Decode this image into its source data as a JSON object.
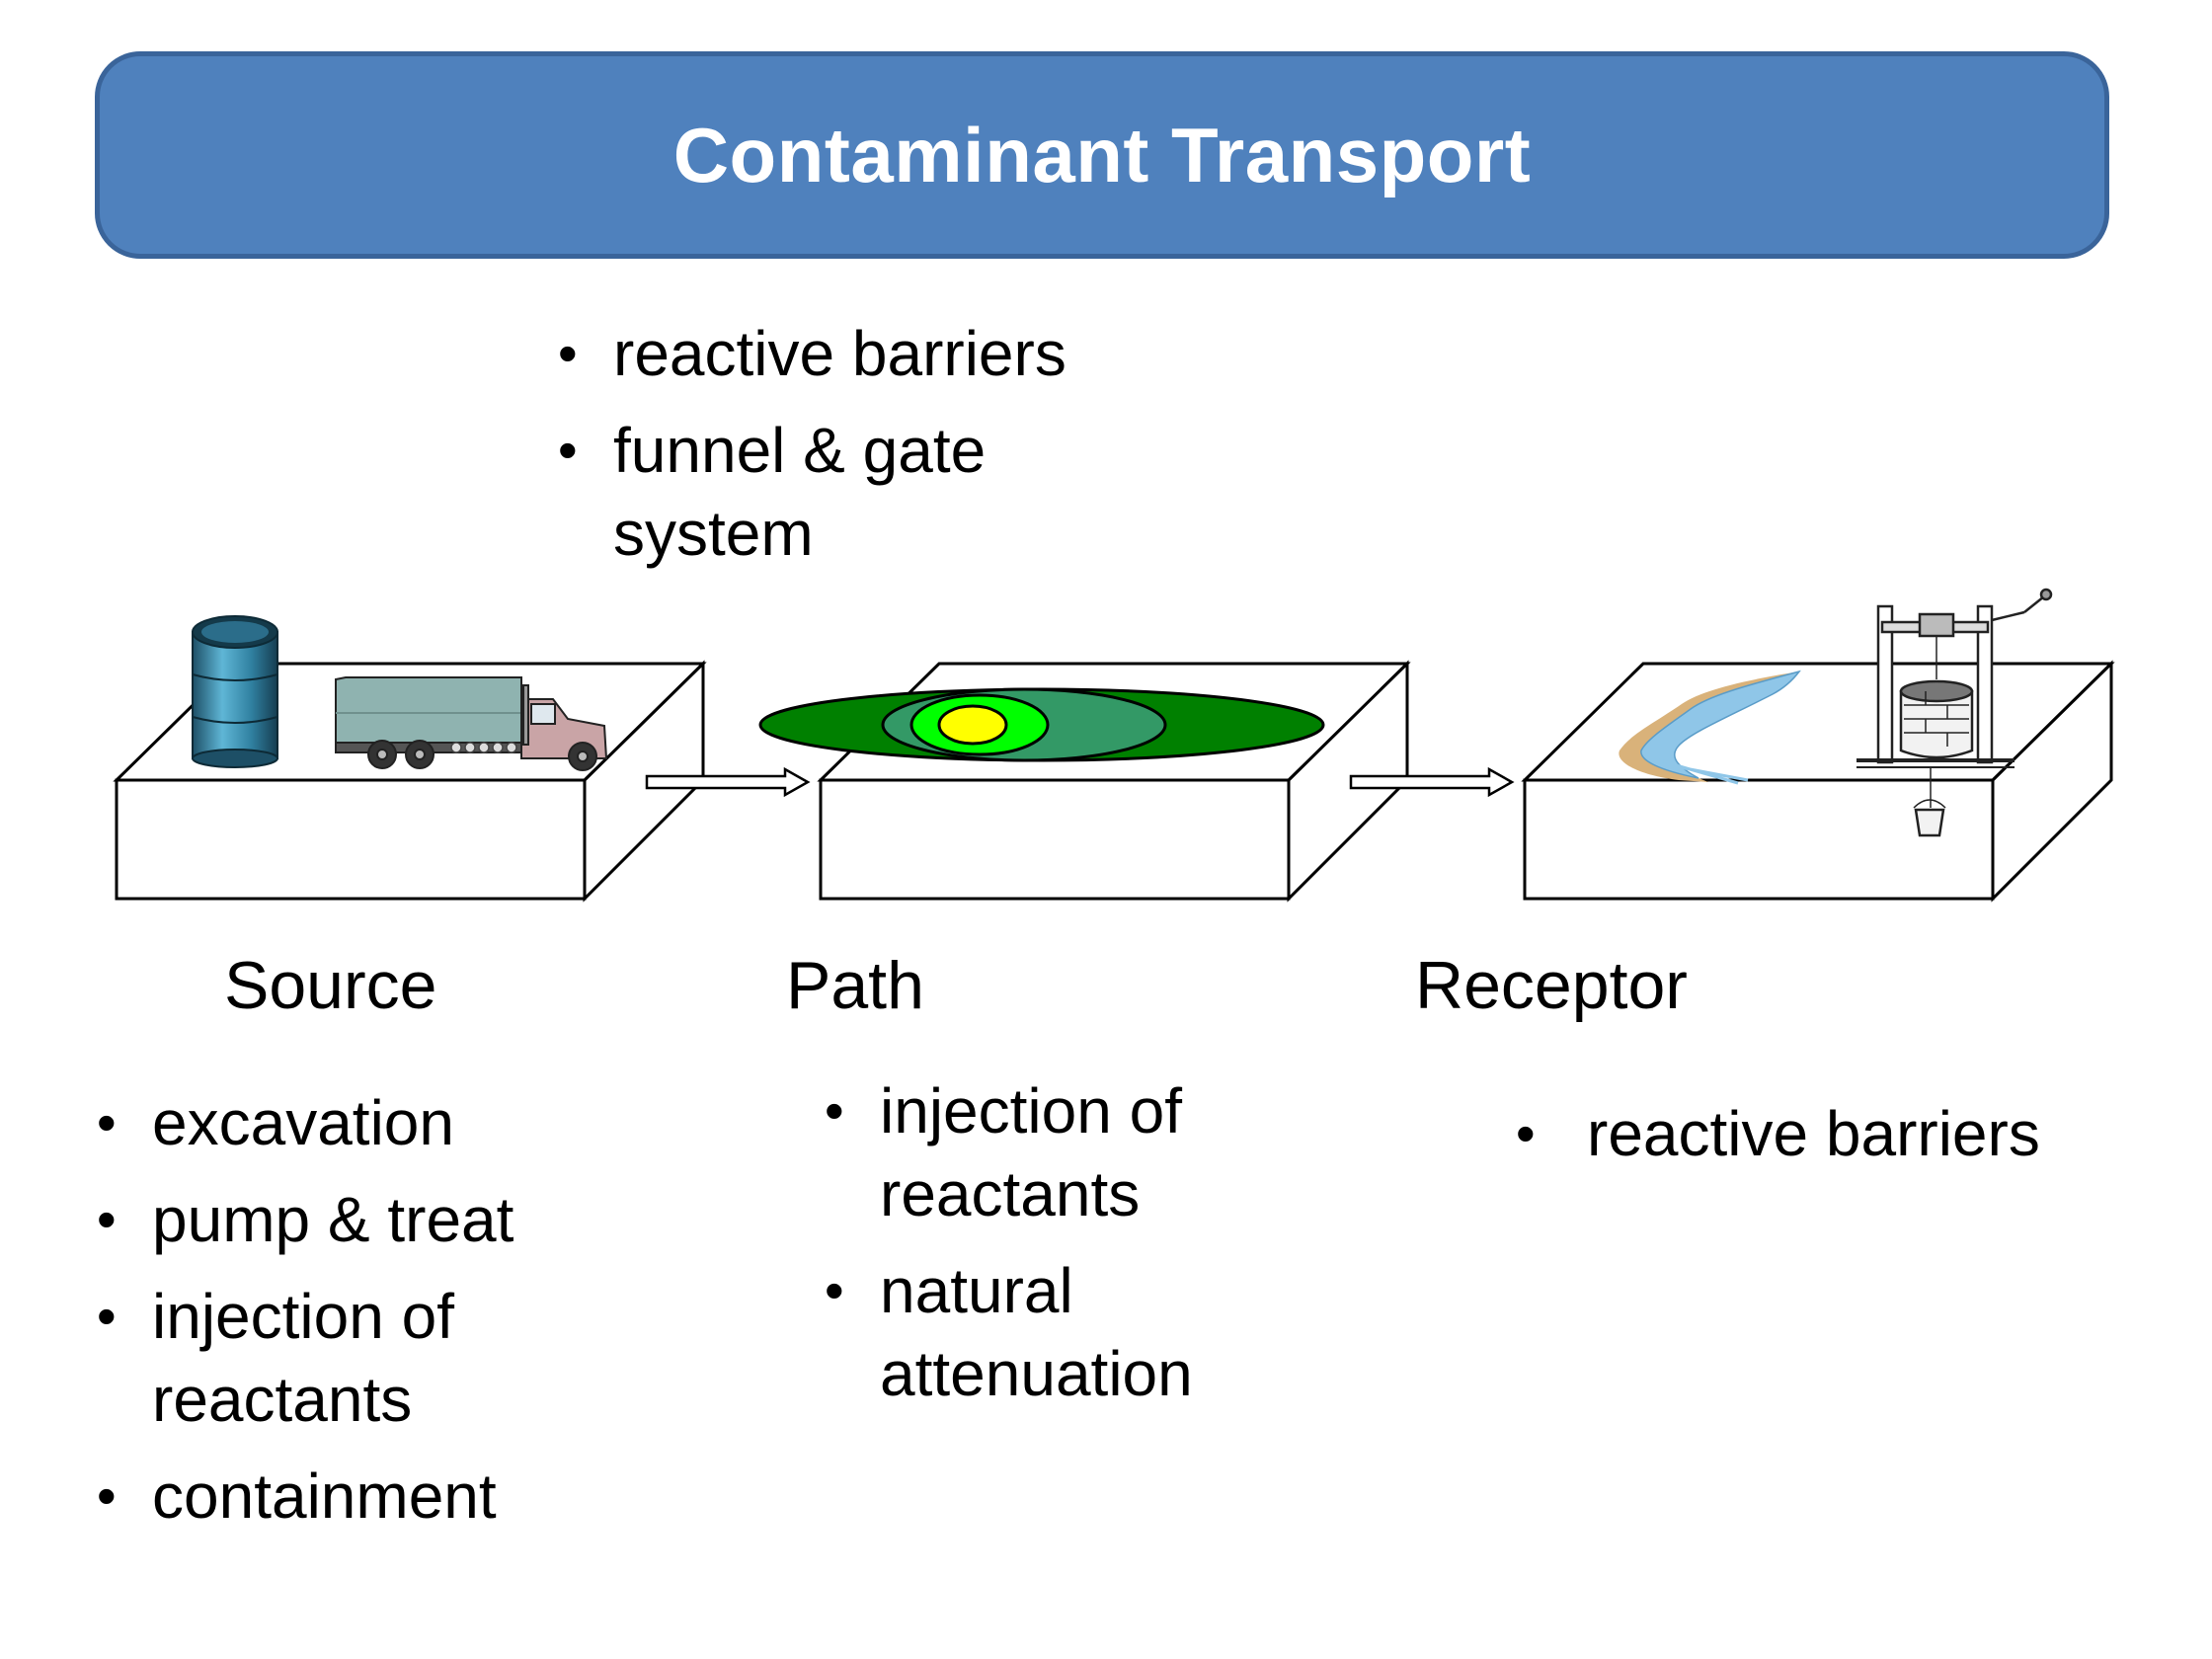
{
  "title": "Contaminant Transport",
  "stages": [
    {
      "label": "Source"
    },
    {
      "label": "Path"
    },
    {
      "label": "Receptor"
    }
  ],
  "top_list": [
    "reactive barriers",
    "funnel & gate system"
  ],
  "source_list": [
    "excavation",
    "pump & treat",
    "injection of reactants",
    "containment"
  ],
  "path_list": [
    "injection of reactants",
    "natural attenuation"
  ],
  "receptor_list": [
    "reactive barriers"
  ],
  "colors": {
    "banner": "#4f81bd",
    "plume_outer": "#008000",
    "plume_mid": "#339966",
    "plume_inner": "#00ff00",
    "plume_core": "#ffff00",
    "river": "#8fc6e8",
    "riverbank": "#d9b27a",
    "barrel": "#2f6f8f",
    "truck_tank": "#8fb3b0",
    "truck_cab": "#c9a4a6"
  },
  "icons": {
    "source": [
      "oil-drum-icon",
      "tanker-truck-icon"
    ],
    "path": [
      "plume-icon"
    ],
    "receptor": [
      "river-icon",
      "water-well-icon"
    ]
  }
}
